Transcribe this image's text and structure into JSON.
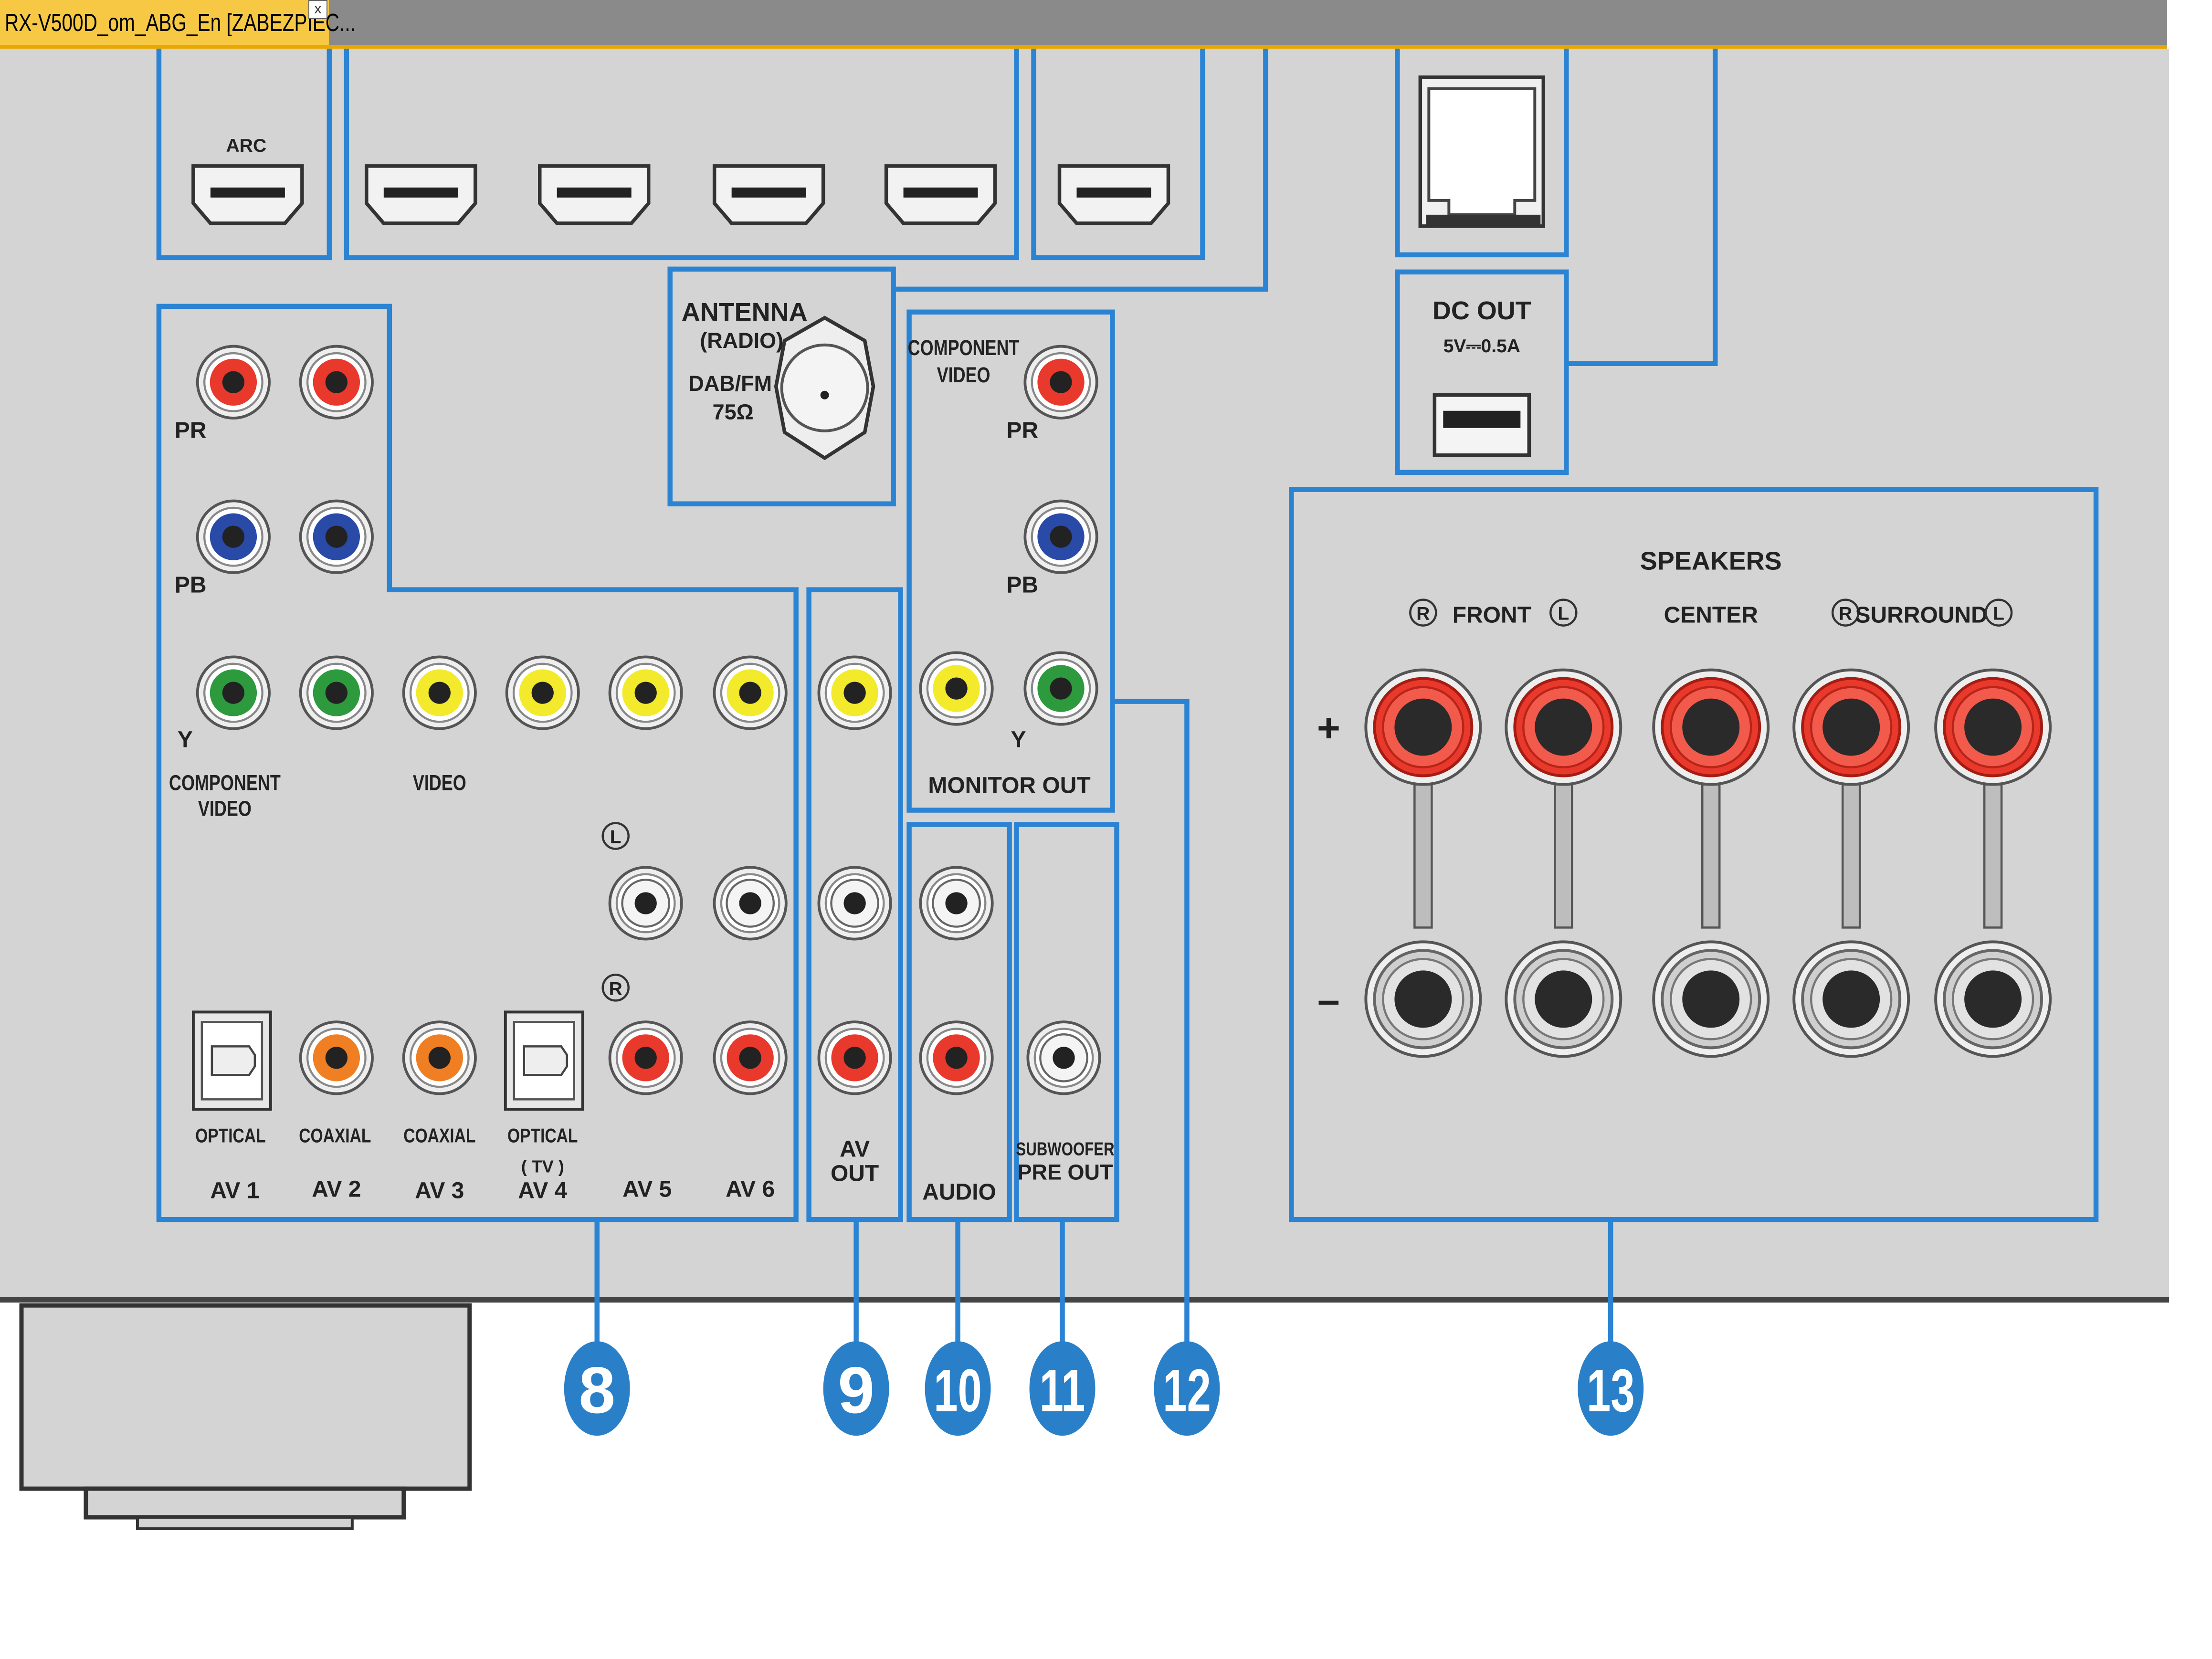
{
  "window": {
    "tab_title": "RX-V500D_om_ABG_En [ZABEZPIEC...",
    "tab_close": "x"
  },
  "panel": {
    "hdmi": {
      "arc_label": "ARC"
    },
    "antenna": {
      "title": "ANTENNA",
      "sub": "(RADIO)",
      "band": "DAB/FM",
      "impedance": "75Ω"
    },
    "dc_out": {
      "title": "DC OUT",
      "rating": "5V⎓0.5A"
    },
    "component_in": {
      "pr": "PR",
      "pb": "PB",
      "y": "Y",
      "label_1": "COMPONENT",
      "label_2": "VIDEO"
    },
    "video_label": "VIDEO",
    "audio_l": "L",
    "audio_r": "R",
    "av_inputs": [
      {
        "type": "OPTICAL",
        "type2": "",
        "name": "AV 1"
      },
      {
        "type": "COAXIAL",
        "type2": "",
        "name": "AV 2"
      },
      {
        "type": "COAXIAL",
        "type2": "",
        "name": "AV 3"
      },
      {
        "type": "OPTICAL",
        "type2": "( TV )",
        "name": "AV 4"
      },
      {
        "type": "",
        "type2": "",
        "name": "AV 5"
      },
      {
        "type": "",
        "type2": "",
        "name": "AV 6"
      }
    ],
    "av_out": {
      "line1": "AV",
      "line2": "OUT"
    },
    "audio_out": "AUDIO",
    "subwoofer": {
      "line1": "SUBWOOFER",
      "line2": "PRE OUT"
    },
    "monitor_out": {
      "label_1": "COMPONENT",
      "label_2": "VIDEO",
      "pr": "PR",
      "pb": "PB",
      "y": "Y",
      "title": "MONITOR OUT"
    },
    "speakers": {
      "title": "SPEAKERS",
      "front": "FRONT",
      "center": "CENTER",
      "surround": "SURROUND",
      "r": "R",
      "l": "L",
      "plus": "+",
      "minus": "–"
    }
  },
  "callouts": [
    "8",
    "9",
    "10",
    "11",
    "12",
    "13"
  ],
  "colors": {
    "panel": "#d4d4d4",
    "box": "#2b83d3",
    "red": "#e8392c",
    "blue": "#2a4aa8",
    "green": "#2e9a3e",
    "yellow": "#f2ea2a",
    "orange": "#ef7f22",
    "callout": "#2a80c8"
  }
}
